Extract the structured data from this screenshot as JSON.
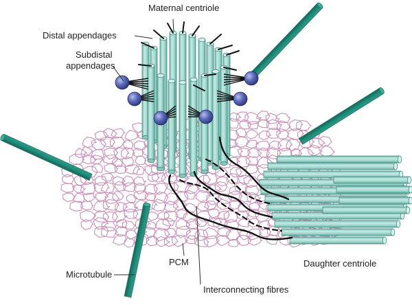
{
  "labels": {
    "maternal_centriole": "Maternal centriole",
    "distal_appendages": "Distal appendages",
    "subdistal_appendages_line1": "Subdistal",
    "subdistal_appendages_line2": "appendages",
    "pcm": "PCM",
    "microtubule": "Microtubule",
    "interconnecting_fibres": "Interconnecting fibres",
    "daughter_centriole": "Daughter centriole"
  },
  "colors": {
    "microtubule": "#1f8a78",
    "centriole_tube": "#a9dcd4",
    "pcm_outline": "#c88fb8",
    "appendage_ball": "#4c5aa6",
    "fibre": "#111111",
    "text": "#1e1e1e"
  }
}
